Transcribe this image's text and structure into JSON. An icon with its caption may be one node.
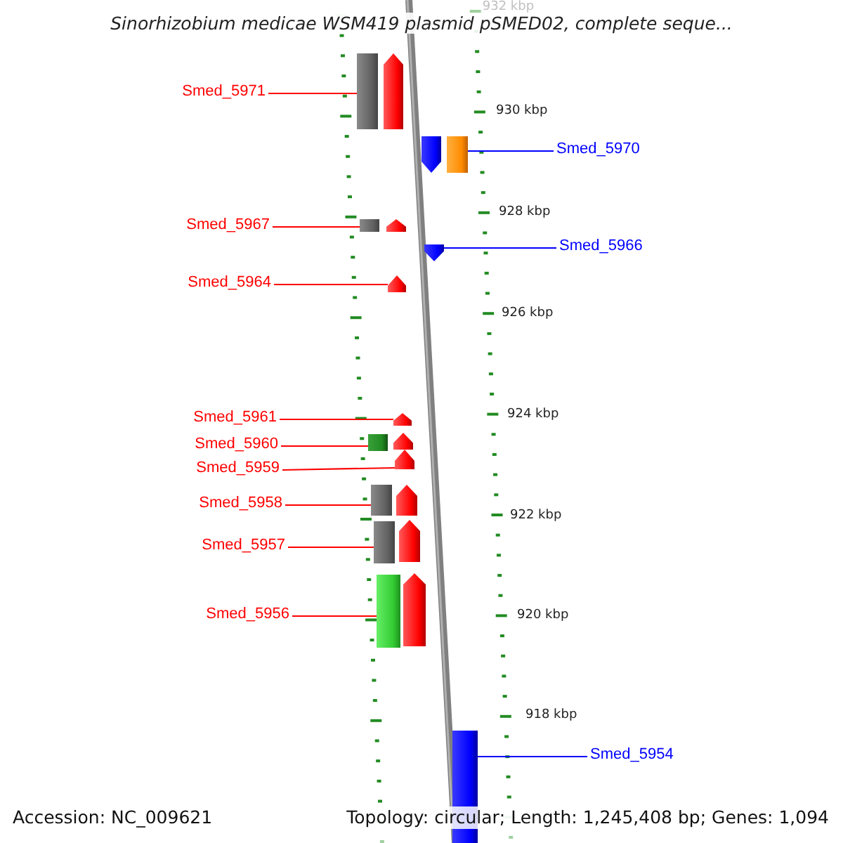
{
  "diagram": {
    "title": "Sinorhizobium medicae WSM419 plasmid pSMED02, complete seque...",
    "nodes": [
      {
        "text": [
          "Smed_5971"
        ]
      },
      {
        "text": [],
        "shape": "box"
      },
      {
        "text": [],
        "shape": "pentagon"
      },
      {
        "text": [],
        "shape": "pentagon"
      },
      {
        "text": [],
        "shape": "box"
      },
      {
        "text": [
          "Smed_5970"
        ]
      },
      {
        "text": [
          "Smed_5967"
        ]
      },
      {
        "text": [],
        "shape": "box"
      },
      {
        "text": [],
        "shape": "pentagon"
      },
      {
        "text": [],
        "shape": "pentagon"
      },
      {
        "text": [
          "Smed_5966"
        ]
      },
      {
        "text": [
          "Smed_5964"
        ]
      },
      {
        "text": [],
        "shape": "pentagon"
      },
      {
        "text": [
          "Smed_5961"
        ]
      },
      {
        "text": [],
        "shape": "pentagon"
      },
      {
        "text": [
          "Smed_5960"
        ]
      },
      {
        "text": [],
        "shape": "box"
      },
      {
        "text": [],
        "shape": "pentagon"
      },
      {
        "text": [
          "Smed_5959"
        ]
      },
      {
        "text": [],
        "shape": "pentagon"
      },
      {
        "text": [
          "Smed_5958"
        ]
      },
      {
        "text": [],
        "shape": "box"
      },
      {
        "text": [],
        "shape": "pentagon"
      },
      {
        "text": [
          "Smed_5957"
        ]
      },
      {
        "text": [],
        "shape": "box"
      },
      {
        "text": [],
        "shape": "pentagon"
      },
      {
        "text": [
          "Smed_5956"
        ]
      },
      {
        "text": [],
        "shape": "box"
      },
      {
        "text": [],
        "shape": "pentagon"
      },
      {
        "text": [],
        "shape": "box"
      },
      {
        "text": [
          "Smed_5954"
        ]
      }
    ],
    "edges": [
      {
        "from": 0,
        "to": 1,
        "arrow": "none"
      },
      {
        "from": 5,
        "to": 4,
        "arrow": "none",
        "color": "#0000ff"
      },
      {
        "from": 6,
        "to": 7,
        "arrow": "none"
      },
      {
        "from": 10,
        "to": 9,
        "arrow": "none",
        "color": "#0000ff"
      },
      {
        "from": 11,
        "to": 12,
        "arrow": "none"
      },
      {
        "from": 13,
        "to": 14,
        "arrow": "none"
      },
      {
        "from": 15,
        "to": 16,
        "arrow": "none"
      },
      {
        "from": 18,
        "to": 19,
        "arrow": "none"
      },
      {
        "from": 20,
        "to": 21,
        "arrow": "none"
      },
      {
        "from": 23,
        "to": 24,
        "arrow": "none"
      },
      {
        "from": 26,
        "to": 27,
        "arrow": "none"
      },
      {
        "from": 30,
        "to": 29,
        "arrow": "none",
        "color": "#0000ff"
      }
    ],
    "labels": [
      "932 kbp",
      "930 kbp",
      "928 kbp",
      "926 kbp",
      "924 kbp",
      "922 kbp",
      "920 kbp",
      "918 kbp",
      "Accession: NC_009621",
      "Topology: circular; Length: 1,245,408 bp; Genes: 1,094"
    ]
  }
}
